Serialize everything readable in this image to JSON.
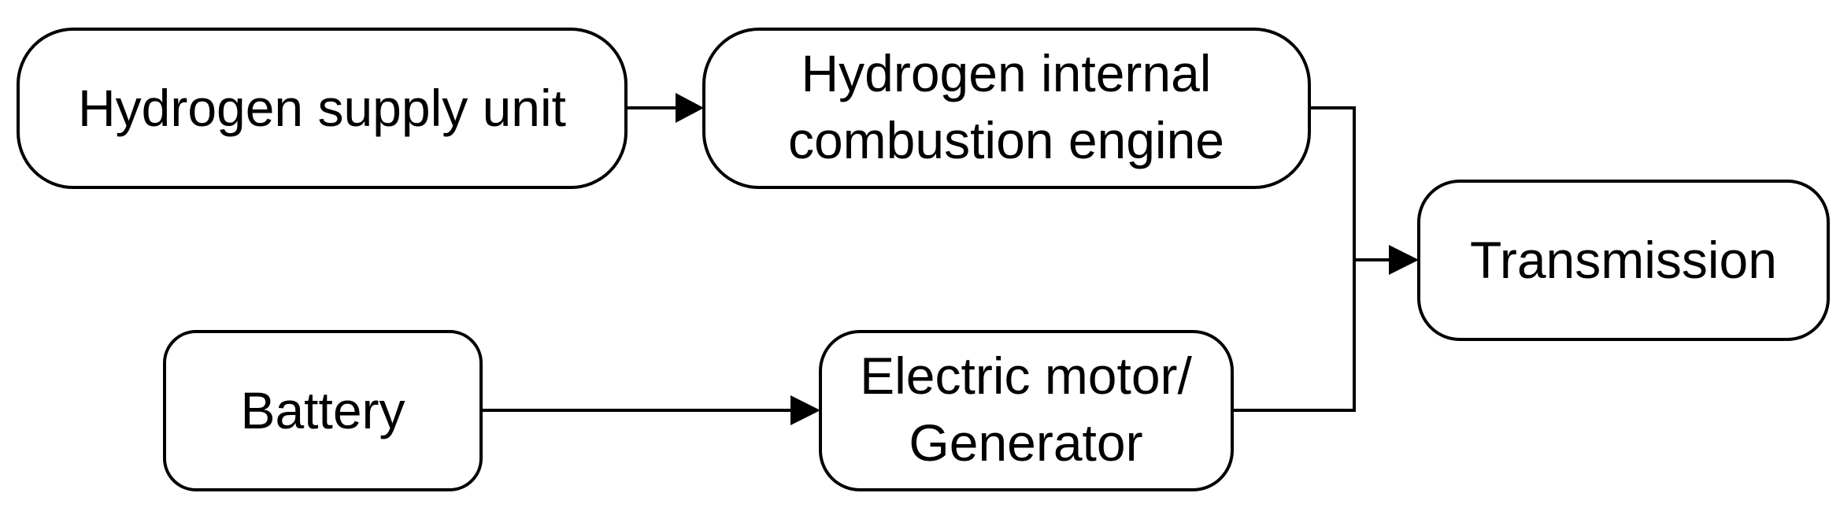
{
  "diagram": {
    "nodes": {
      "hydrogen_supply": {
        "label": "Hydrogen supply unit"
      },
      "hice": {
        "line1": "Hydrogen internal",
        "line2": "combustion engine"
      },
      "transmission": {
        "label": "Transmission"
      },
      "battery": {
        "label": "Battery"
      },
      "motor": {
        "line1": "Electric motor/",
        "line2": "Generator"
      }
    },
    "edges": [
      {
        "from": "Hydrogen supply unit",
        "to": "Hydrogen internal combustion engine"
      },
      {
        "from": "Hydrogen internal combustion engine",
        "to": "Transmission"
      },
      {
        "from": "Battery",
        "to": "Electric motor/Generator"
      },
      {
        "from": "Electric motor/Generator",
        "to": "Transmission"
      }
    ],
    "colors": {
      "stroke": "#000000",
      "fill": "#ffffff",
      "background": "#ffffff"
    }
  }
}
